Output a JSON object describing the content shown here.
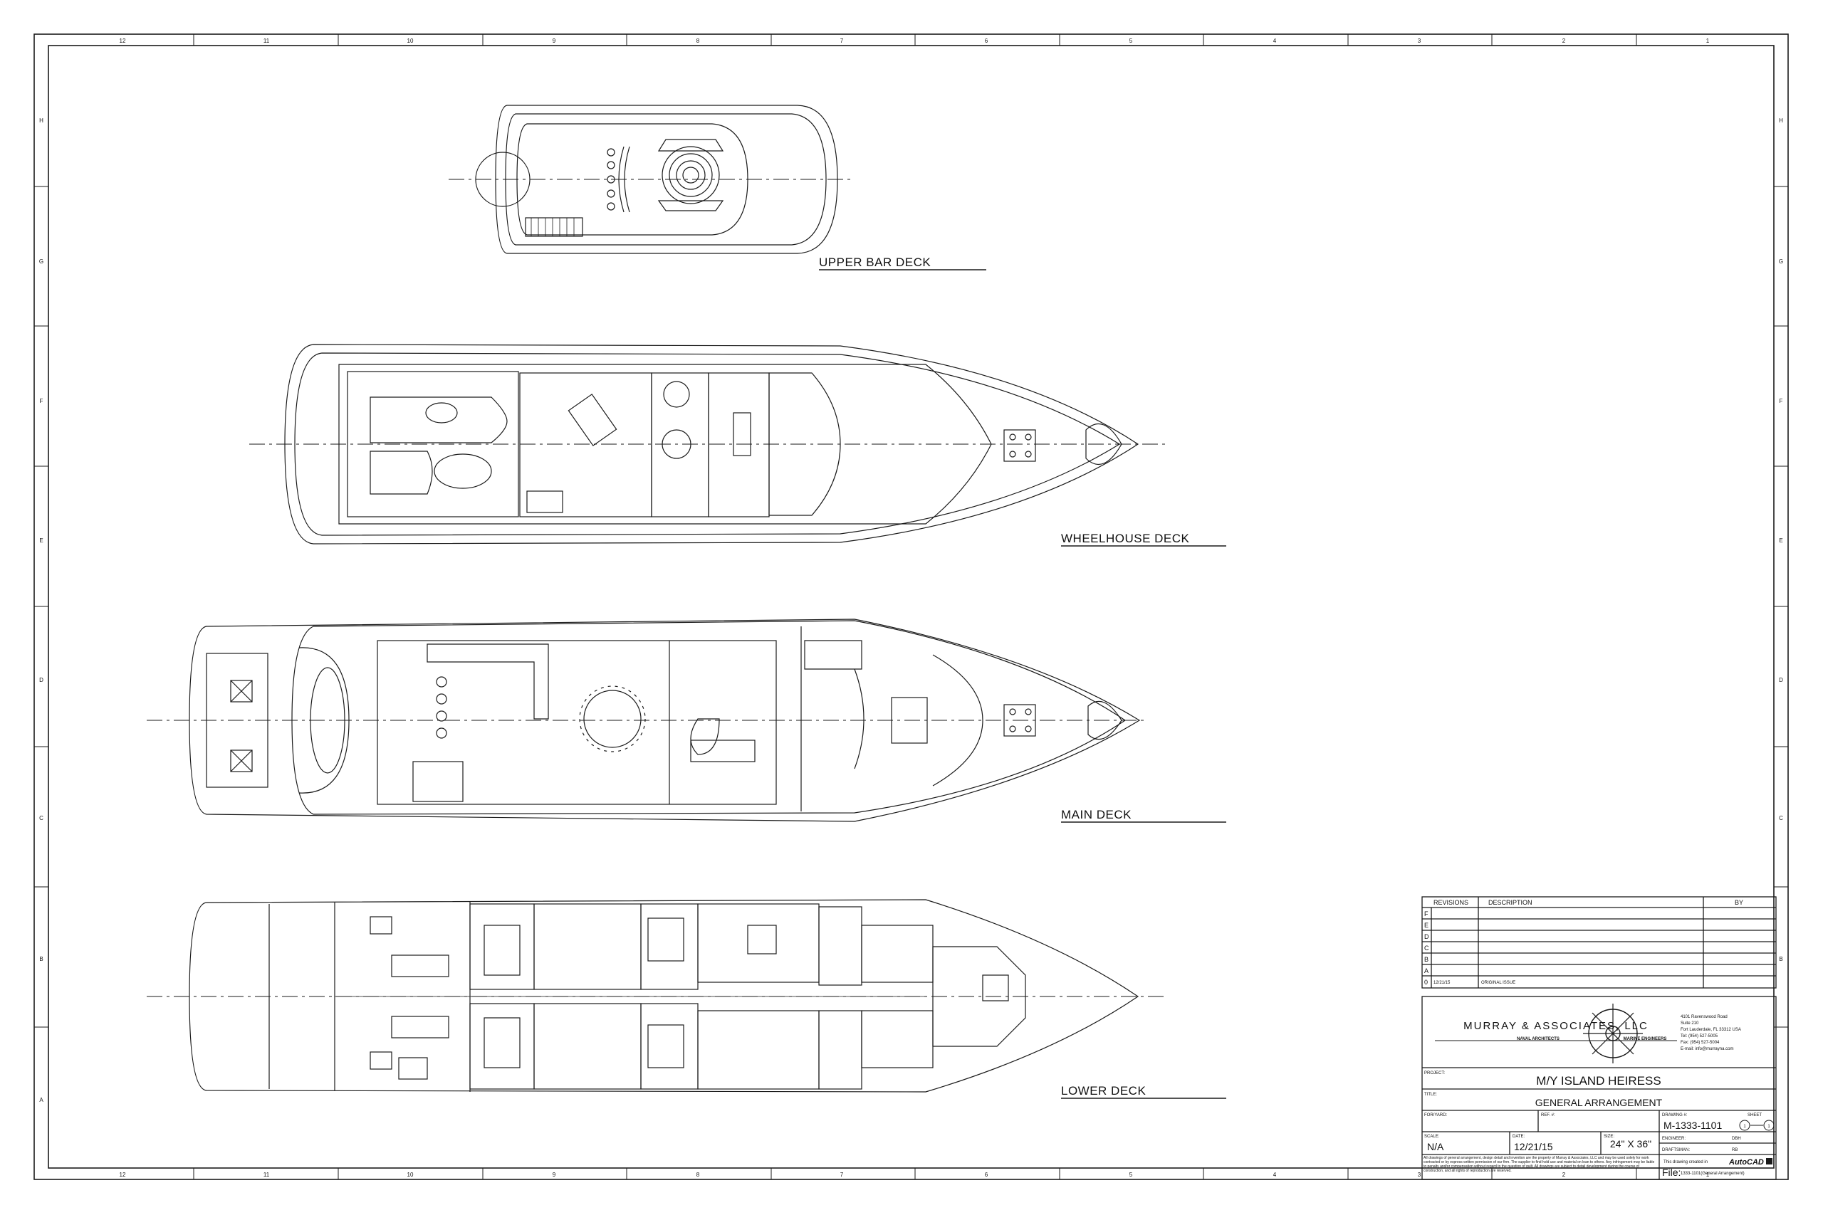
{
  "border": {
    "columns": [
      "12",
      "11",
      "10",
      "9",
      "8",
      "7",
      "6",
      "5",
      "4",
      "3",
      "2",
      "1"
    ],
    "rows": [
      "H",
      "G",
      "F",
      "E",
      "D",
      "C",
      "B",
      "A"
    ]
  },
  "decks": [
    {
      "id": "upper-bar",
      "label": "UPPER BAR DECK"
    },
    {
      "id": "wheelhouse",
      "label": "WHEELHOUSE DECK"
    },
    {
      "id": "main",
      "label": "MAIN DECK"
    },
    {
      "id": "lower",
      "label": "LOWER DECK"
    }
  ],
  "revisions": {
    "headers": {
      "rev": "REVISIONS",
      "description": "DESCRIPTION",
      "by": "BY"
    },
    "rows": [
      {
        "letter": "F",
        "date": "",
        "description": "",
        "by": ""
      },
      {
        "letter": "E",
        "date": "",
        "description": "",
        "by": ""
      },
      {
        "letter": "D",
        "date": "",
        "description": "",
        "by": ""
      },
      {
        "letter": "C",
        "date": "",
        "description": "",
        "by": ""
      },
      {
        "letter": "B",
        "date": "",
        "description": "",
        "by": ""
      },
      {
        "letter": "A",
        "date": "",
        "description": "",
        "by": ""
      },
      {
        "letter": "0",
        "date": "12/21/15",
        "description": "ORIGINAL ISSUE",
        "by": ""
      }
    ]
  },
  "firm": {
    "name": "MURRAY & ASSOCIATES, LLC",
    "left_tag": "NAVAL ARCHITECTS",
    "right_tag": "MARINE ENGINEERS",
    "address": [
      "4101 Ravenswood Road",
      "Suite 210",
      "Fort Lauderdale, FL 33312 USA",
      "Tel: (954) 527-5005",
      "Fax: (954) 527-5004",
      "E-mail: info@murrayna.com"
    ]
  },
  "title_block": {
    "project_label": "PROJECT:",
    "project": "M/Y ISLAND HEIRESS",
    "title_label": "TITLE:",
    "title": "GENERAL ARRANGEMENT",
    "for_yard_label": "FOR/YARD:",
    "ref_label": "REF. #:",
    "drawing_label": "DRAWING #:",
    "drawing": "M-1333-1101",
    "sheet_label": "SHEET",
    "sheet_no": "1",
    "sheet_of": "1",
    "scale_label": "SCALE:",
    "scale": "N/A",
    "date_label": "DATE:",
    "date": "12/21/15",
    "size_label": "SIZE:",
    "size": "24\" X 36\"",
    "engineer_label": "ENGINEER:",
    "engineer": "DBH",
    "draftsman_label": "DRAFTSMAN:",
    "draftsman": "RB",
    "disclaimer": "All drawings of general arrangement, design detail and invention are the property of Murray & Associates, LLC and may be used solely for work contracted or by express written permission of our firm. The supplier to find hold use and material on loan to others. Any infringement may be liable to penalty and/or compensation without regard to the question of guilt. All drawings are subject to detail development during the course of construction, and all rights of reproduction are reserved.",
    "autocad_note": "This drawing created in",
    "autocad": "AutoCAD",
    "file_label": "File:",
    "file": "1333-1101(General Arrangement)"
  },
  "colors": {
    "ink": "#1a1a1a",
    "paper": "#ffffff"
  }
}
